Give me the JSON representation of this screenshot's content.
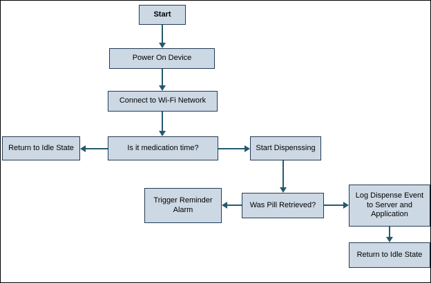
{
  "colors": {
    "node_fill": "#ccd8e4",
    "node_border": "#203a54",
    "arrow": "#235a6b",
    "background": "#ffffff",
    "canvas_border": "#000000"
  },
  "nodes": {
    "start": {
      "label": "Start"
    },
    "power_on": {
      "label": "Power On Device"
    },
    "connect_wifi": {
      "label": "Connect to Wi-Fi Network"
    },
    "medication_time": {
      "label": "Is it medication time?"
    },
    "return_idle_left": {
      "label": "Return to Idle State"
    },
    "start_dispensing": {
      "label": "Start Dispenssing"
    },
    "was_pill_retrieved": {
      "label": "Was Pill Retrieved?"
    },
    "trigger_alarm": {
      "label": "Trigger Reminder Alarm"
    },
    "log_dispense": {
      "label": "Log Dispense Event to Server and Application"
    },
    "return_idle_bottom": {
      "label": "Return to Idle State"
    }
  },
  "connections": [
    {
      "from": "start",
      "to": "power_on",
      "direction": "down"
    },
    {
      "from": "power_on",
      "to": "connect_wifi",
      "direction": "down"
    },
    {
      "from": "connect_wifi",
      "to": "medication_time",
      "direction": "down"
    },
    {
      "from": "medication_time",
      "to": "return_idle_left",
      "direction": "left"
    },
    {
      "from": "medication_time",
      "to": "start_dispensing",
      "direction": "right"
    },
    {
      "from": "start_dispensing",
      "to": "was_pill_retrieved",
      "direction": "down"
    },
    {
      "from": "was_pill_retrieved",
      "to": "trigger_alarm",
      "direction": "left"
    },
    {
      "from": "was_pill_retrieved",
      "to": "log_dispense",
      "direction": "right"
    },
    {
      "from": "log_dispense",
      "to": "return_idle_bottom",
      "direction": "down"
    }
  ]
}
